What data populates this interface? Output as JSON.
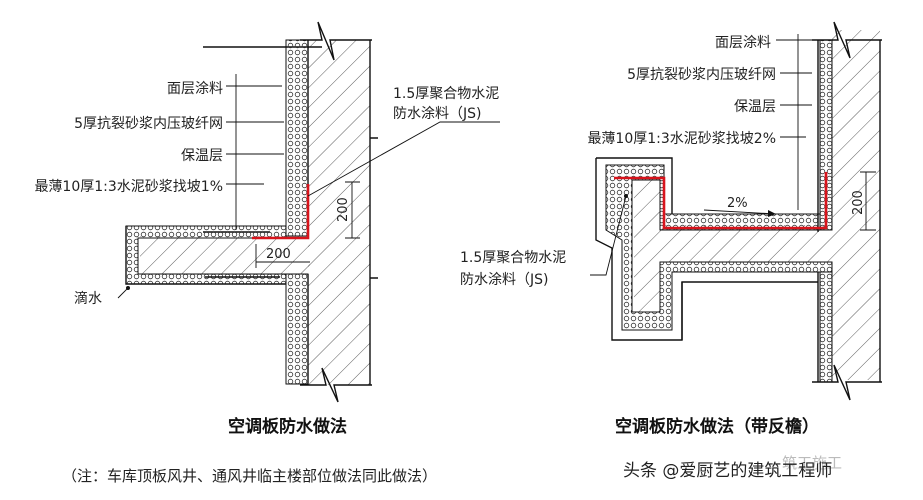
{
  "left": {
    "labels": {
      "finish": "面层涂料",
      "mesh": "5厚抗裂砂浆内压玻纤网",
      "insul": "保温层",
      "slope": "最薄10厚1:3水泥砂浆找坡1%",
      "drip": "滴水",
      "wp_line1": "1.5厚聚合物水泥",
      "wp_line2": "防水涂料（JS)"
    },
    "dim_vertical": "200",
    "dim_horizontal": "200",
    "title": "空调板防水做法",
    "note": "（注：车库顶板风井、通风井临主楼部位做法同此做法）"
  },
  "right": {
    "labels": {
      "finish": "面层涂料",
      "mesh": "5厚抗裂砂浆内压玻纤网",
      "insul": "保温层",
      "slope": "最薄10厚1:3水泥砂浆找坡2%",
      "wp_line1": "1.5厚聚合物水泥",
      "wp_line2": "防水涂料（JS)"
    },
    "slope_pct": "2%",
    "dim_vertical": "200",
    "title": "空调板防水做法（带反檐）"
  },
  "watermark": {
    "text": "头条 @爱厨艺的建筑工程师",
    "faded_logo": "筑工施工"
  }
}
